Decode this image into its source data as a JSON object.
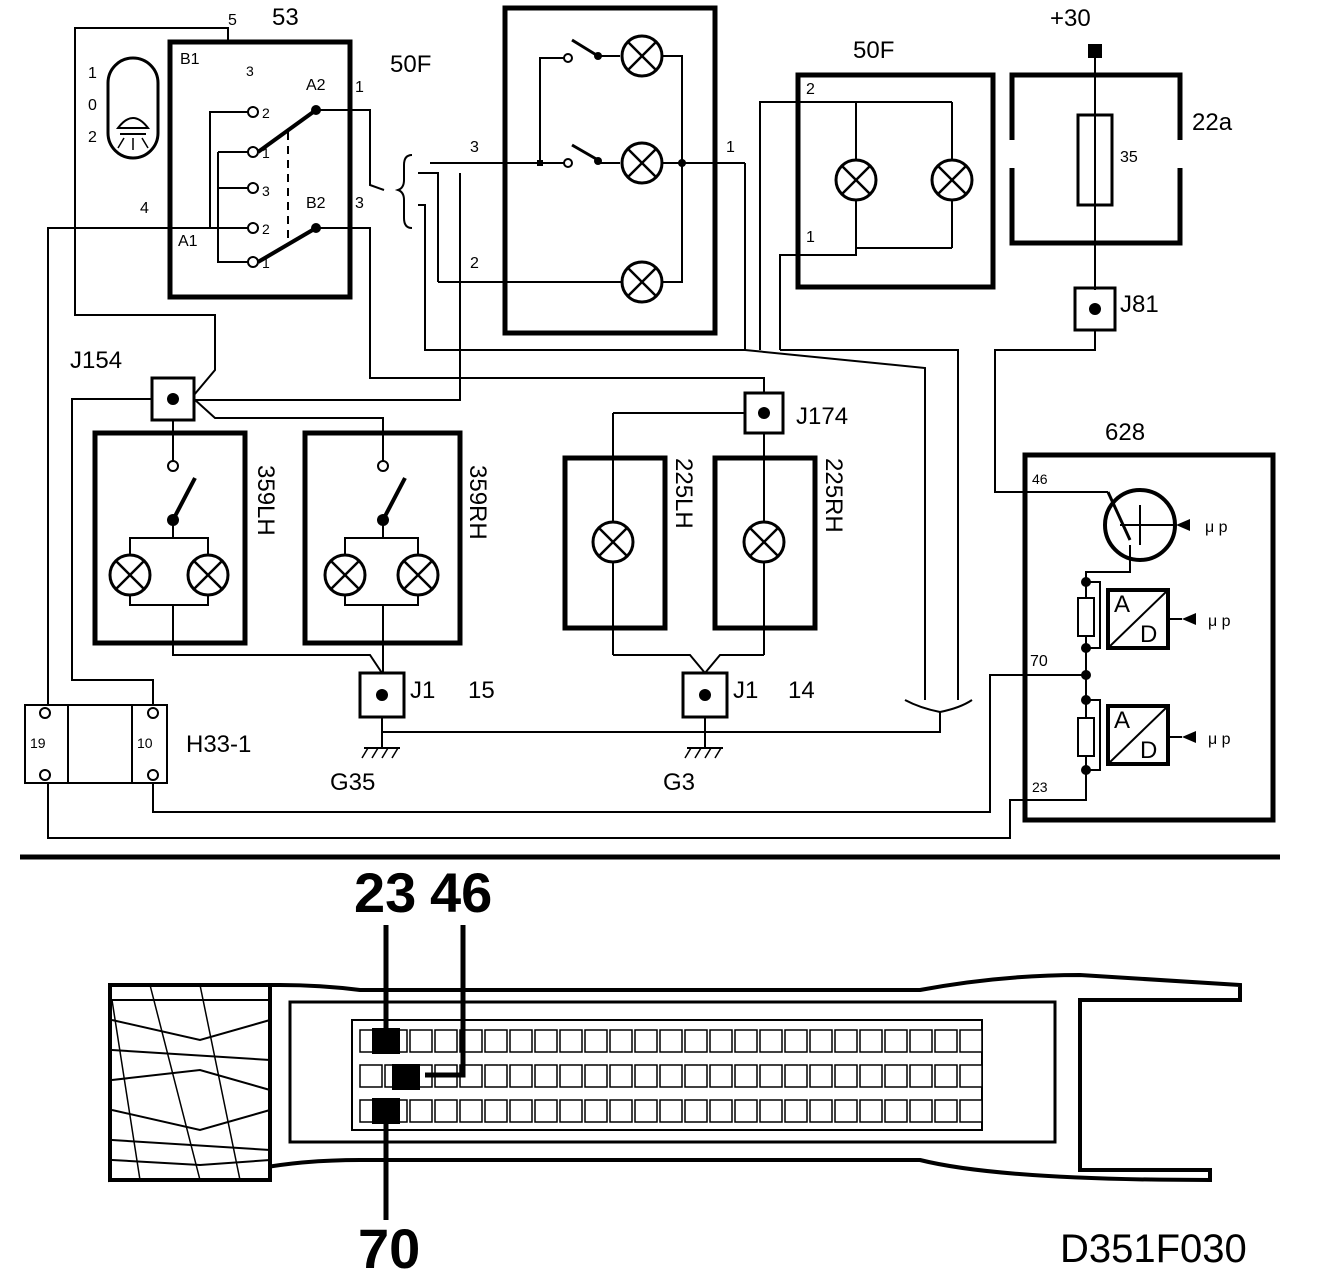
{
  "components": {
    "switch_53": {
      "id": "53",
      "rating": "50F",
      "pins": {
        "p5": "5",
        "p4": "4",
        "p1": "1",
        "p3": "3",
        "A1": "A1",
        "A2": "A2",
        "B1": "B1",
        "B2": "B2"
      },
      "positions": [
        "1",
        "0",
        "2"
      ],
      "sub": {
        "s2a": "2",
        "s1a": "1",
        "s3": "3",
        "s2b": "2",
        "s1b": "1",
        "s3top": "3"
      }
    },
    "lamp_switch_center": {
      "pins": {
        "p3": "3",
        "p1": "1",
        "p2": "2"
      }
    },
    "lamp_unit_50f": {
      "id": "50F",
      "pins": {
        "p2": "2",
        "p1": "1"
      }
    },
    "fuse": {
      "id": "22a",
      "value": "35",
      "supply": "+30"
    },
    "ecu": {
      "id": "628",
      "pins": {
        "p46": "46",
        "p70": "70",
        "p23": "23"
      },
      "ad_label_a": "A",
      "ad_label_d": "D",
      "mu_p": "μ p"
    },
    "lamp_359lh": {
      "id": "359LH"
    },
    "lamp_359rh": {
      "id": "359RH"
    },
    "lamp_225lh": {
      "id": "225LH"
    },
    "lamp_225rh": {
      "id": "225RH"
    },
    "connector_h33": {
      "id": "H33-1",
      "pin_left": "19",
      "pin_right": "10"
    }
  },
  "junctions": {
    "j154": "J154",
    "j174": "J174",
    "j81": "J81",
    "j1_15": {
      "id": "J1",
      "num": "15"
    },
    "j1_14": {
      "id": "J1",
      "num": "14"
    }
  },
  "grounds": {
    "g35": "G35",
    "g3": "G3"
  },
  "connector_view": {
    "pin_23": "23",
    "pin_46": "46",
    "pin_70": "70",
    "rows": [
      {
        "slots": 25
      },
      {
        "slots": 25
      },
      {
        "slots": 25
      }
    ]
  },
  "drawing_code": "D351F030"
}
